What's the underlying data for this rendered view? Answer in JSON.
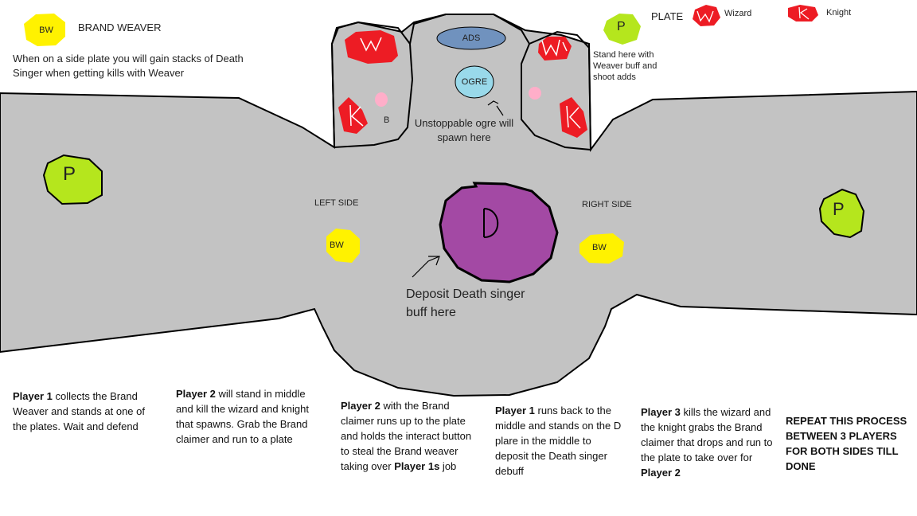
{
  "legend": {
    "brand_weaver_token": "BW",
    "brand_weaver_title": "BRAND WEAVER",
    "brand_weaver_note": "When on a side plate you will gain stacks of Death Singer when getting kills with Weaver",
    "plate_token": "P",
    "plate_label": "PLATE",
    "wizard_token": "W",
    "wizard_label": "Wizard",
    "knight_token": "K",
    "knight_label": "Knight",
    "plate_note": "Stand here with Weaver buff and shoot adds"
  },
  "map": {
    "ads_label": "ADS",
    "ogre_label": "OGRE",
    "ogre_note": "Unstoppable ogre will spawn here",
    "left_room": {
      "wizard": "W",
      "knight": "K",
      "marker": "B"
    },
    "right_room": {
      "wizard": "W",
      "knight": "K"
    },
    "left_plate": "P",
    "right_plate": "P",
    "left_side_label": "LEFT SIDE",
    "right_side_label": "RIGHT SIDE",
    "left_bw": "BW",
    "right_bw": "BW",
    "deposit_plate": "D",
    "deposit_note": "Deposit Death singer buff here"
  },
  "colors": {
    "floor": "#c3c3c3",
    "plate_green": "#b5e61d",
    "brand_weaver_yellow": "#fff200",
    "enemy_red": "#ed1c24",
    "deposit_purple": "#a349a4",
    "ads_blue": "#7092be",
    "ogre_blue": "#99d9ea",
    "marker_pink": "#ffaec9"
  },
  "steps": [
    {
      "player": "Player 1",
      "text": " collects the Brand Weaver and stands at one of the plates. Wait and defend"
    },
    {
      "player": "Player 2",
      "text": " will stand in middle and kill the wizard and knight that spawns. Grab the Brand claimer and run to a plate"
    },
    {
      "pre": "",
      "player": "Player 2",
      "text": " with the Brand claimer runs up to the plate and holds the interact button to steal the Brand weaver taking over ",
      "player2": "Player 1s",
      "text2": " job"
    },
    {
      "player": "Player 1",
      "text": " runs back to the middle and stands on the D plare in the middle to deposit the Death singer debuff"
    },
    {
      "player": "Player 3",
      "text": " kills the wizard and the knight grabs the Brand claimer that drops and run to the plate to take over for ",
      "player2": "Player 2",
      "text2": ""
    }
  ],
  "repeat_note": "REPEAT THIS PROCESS BETWEEN 3 PLAYERS FOR BOTH SIDES TILL DONE"
}
